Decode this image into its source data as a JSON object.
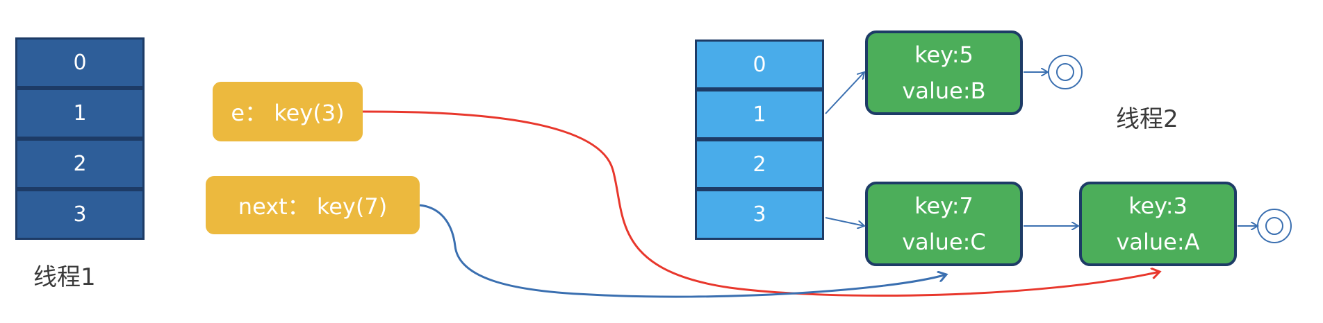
{
  "thread1": {
    "label": "线程1",
    "buckets": [
      "0",
      "1",
      "2",
      "3"
    ]
  },
  "pointers": {
    "e": "e：  key(3)",
    "next": "next：  key(7)"
  },
  "thread2": {
    "label": "线程2",
    "buckets": [
      "0",
      "1",
      "2",
      "3"
    ],
    "nodes": [
      {
        "key": "key:5",
        "value": "value:B"
      },
      {
        "key": "key:7",
        "value": "value:C"
      },
      {
        "key": "key:3",
        "value": "value:A"
      }
    ]
  },
  "colors": {
    "bucket_dark": "#2e5e99",
    "bucket_light": "#49acea",
    "pointer": "#ecb93e",
    "node": "#4cae5a",
    "arrow_blue": "#3a6fb0",
    "arrow_red": "#e8372c"
  }
}
